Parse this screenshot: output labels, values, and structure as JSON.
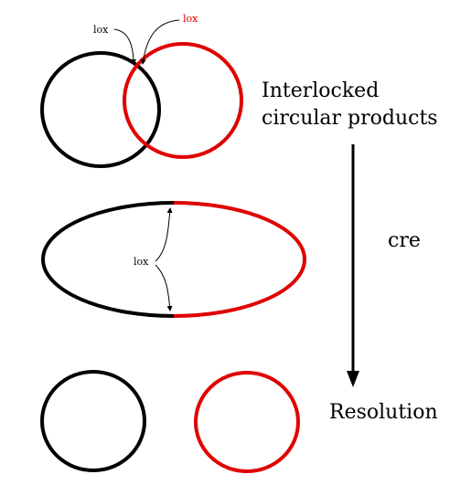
{
  "labels": {
    "lox_black": "lox",
    "lox_red": "lox",
    "interlocked_line1": "Interlocked",
    "interlocked_line2": "circular products",
    "cre": "cre",
    "lox_middle": "lox",
    "resolution": "Resolution"
  },
  "colors": {
    "black": "#000000",
    "red": "#e00000"
  }
}
